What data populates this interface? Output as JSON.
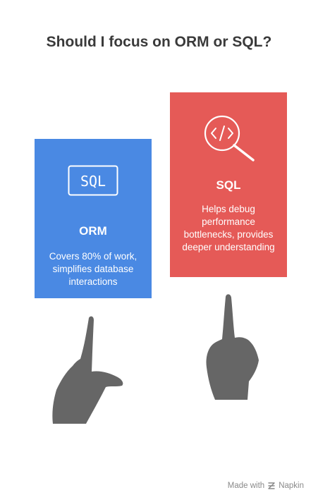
{
  "title": "Should I focus on ORM or SQL?",
  "cards": [
    {
      "heading": "ORM",
      "description": "Covers 80% of work, simplifies database interactions",
      "icon": "sql-box-icon",
      "icon_text": "SQL",
      "color": "#4a89e3"
    },
    {
      "heading": "SQL",
      "description": "Helps debug performance bottlenecks, provides deeper understanding",
      "icon": "code-search-icon",
      "color": "#e55a57"
    }
  ],
  "hand_color": "#666666",
  "footer": {
    "made_with": "Made with",
    "brand": "Napkin",
    "icon": "napkin-logo-icon"
  }
}
